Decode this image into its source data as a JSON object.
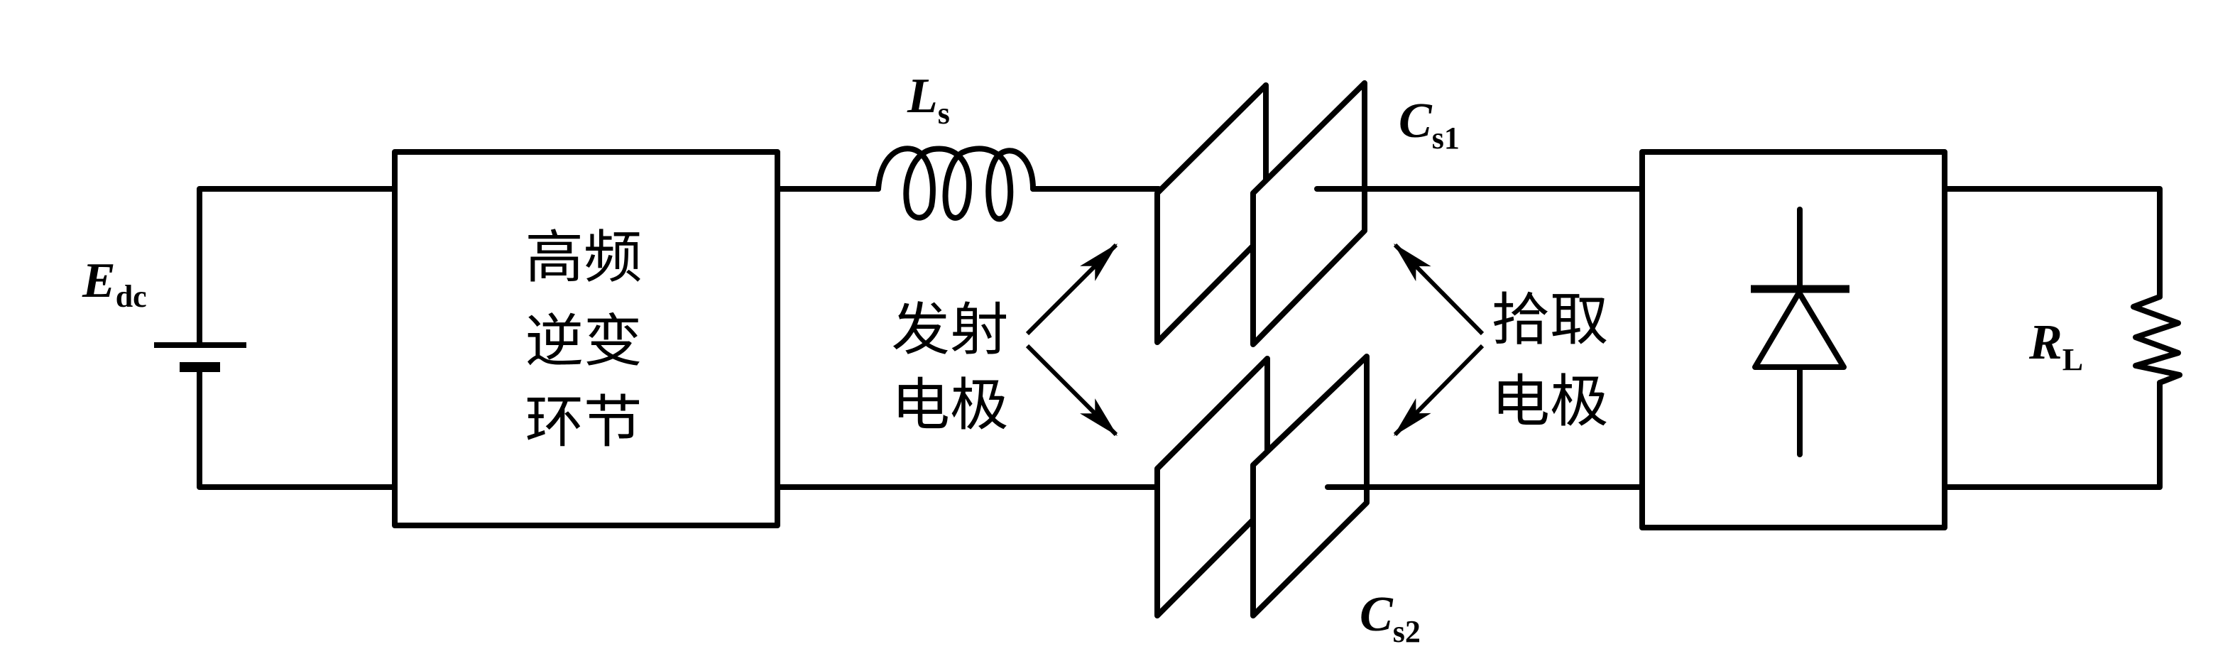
{
  "diagram": {
    "type": "circuit-schematic",
    "title": "",
    "colors": {
      "stroke": "#000000",
      "background": "#ffffff"
    },
    "source": {
      "symbol": "E",
      "subscript": "dc",
      "icon": "dc-battery-icon"
    },
    "inverter_block": {
      "lines": [
        "高频",
        "逆变",
        "环节"
      ]
    },
    "inductor": {
      "symbol": "L",
      "subscript": "s",
      "icon": "inductor-coil-icon"
    },
    "capacitors": [
      {
        "symbol": "C",
        "subscript": "s1",
        "icon": "plate-capacitor-icon"
      },
      {
        "symbol": "C",
        "subscript": "s2",
        "icon": "plate-capacitor-icon"
      }
    ],
    "transmit_label": {
      "lines": [
        "发射",
        "电极"
      ]
    },
    "pickup_label": {
      "lines": [
        "拾取",
        "电极"
      ]
    },
    "rectifier_block": {
      "icon": "diode-icon"
    },
    "load": {
      "symbol": "R",
      "subscript": "L",
      "icon": "resistor-zigzag-icon"
    }
  }
}
